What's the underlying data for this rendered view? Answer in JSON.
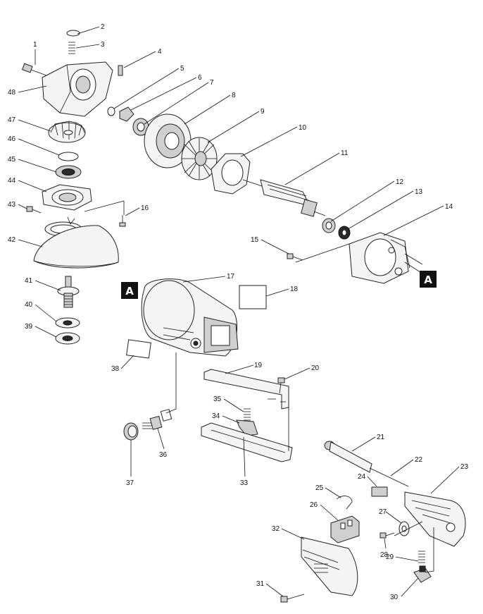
{
  "diagram": {
    "labels": [
      "1",
      "2",
      "3",
      "4",
      "5",
      "6",
      "7",
      "8",
      "9",
      "10",
      "11",
      "12",
      "13",
      "14",
      "15",
      "16",
      "17",
      "18",
      "19",
      "20",
      "21",
      "22",
      "23",
      "24",
      "25",
      "26",
      "27",
      "28",
      "29",
      "30",
      "31",
      "32",
      "33",
      "34",
      "35",
      "36",
      "37",
      "38",
      "39",
      "40",
      "41",
      "42",
      "43",
      "44",
      "45",
      "46",
      "47",
      "48"
    ],
    "reference_mark": "A"
  }
}
